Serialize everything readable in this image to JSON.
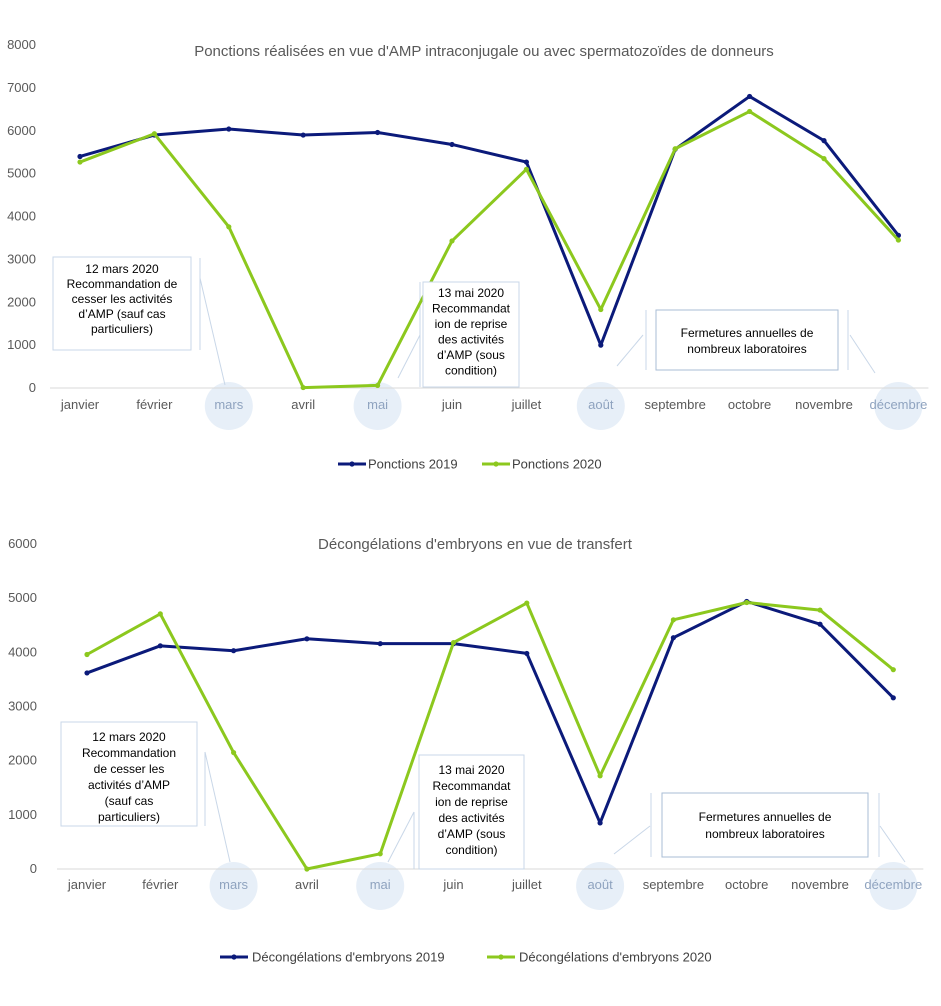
{
  "chart_data": [
    {
      "type": "line",
      "title": "Ponctions réalisées en vue d'AMP intraconjugale ou avec spermatozoïdes de donneurs",
      "categories": [
        "janvier",
        "février",
        "mars",
        "avril",
        "mai",
        "juin",
        "juillet",
        "août",
        "septembre",
        "octobre",
        "novembre",
        "décembre"
      ],
      "ylim": [
        0,
        8000
      ],
      "yticks": [
        "0",
        "1000",
        "2000",
        "3000",
        "4000",
        "5000",
        "6000",
        "7000",
        "8000"
      ],
      "grid": false,
      "legend": "bottom",
      "highlighted_months": [
        2,
        4,
        7,
        11
      ],
      "series": [
        {
          "name": "Ponctions 2019",
          "color": "#0b1a7a",
          "values": [
            5400,
            5900,
            6040,
            5900,
            5960,
            5680,
            5270,
            1000,
            5570,
            6800,
            5770,
            3560
          ]
        },
        {
          "name": "Ponctions 2020",
          "color": "#8cc81e",
          "values": [
            5270,
            5930,
            3760,
            10,
            60,
            3430,
            5100,
            1830,
            5580,
            6450,
            5350,
            3450
          ]
        }
      ],
      "annotations": [
        {
          "lines": [
            "12 mars 2020",
            "Recommandation de",
            "cesser les activités",
            "d’AMP (sauf cas",
            "particuliers)"
          ]
        },
        {
          "lines": [
            "13 mai 2020",
            "Recommandat",
            "ion de reprise",
            "des activités",
            "d’AMP (sous",
            "condition)"
          ]
        },
        {
          "lines": [
            "Fermetures annuelles de",
            "nombreux laboratoires"
          ]
        }
      ]
    },
    {
      "type": "line",
      "title": "Décongélations d'embryons en vue de transfert",
      "categories": [
        "janvier",
        "février",
        "mars",
        "avril",
        "mai",
        "juin",
        "juillet",
        "août",
        "septembre",
        "octobre",
        "novembre",
        "décembre"
      ],
      "ylim": [
        0,
        6000
      ],
      "yticks": [
        "0",
        "1000",
        "2000",
        "3000",
        "4000",
        "5000",
        "6000"
      ],
      "grid": false,
      "legend": "bottom",
      "highlighted_months": [
        2,
        4,
        7,
        11
      ],
      "series": [
        {
          "name": "Décongélations d'embryons  2019",
          "color": "#0b1a7a",
          "values": [
            3620,
            4120,
            4030,
            4250,
            4160,
            4160,
            3980,
            850,
            4270,
            4940,
            4520,
            3160
          ]
        },
        {
          "name": "Décongélations d'embryons 2020",
          "color": "#8cc81e",
          "values": [
            3960,
            4710,
            2150,
            0,
            280,
            4180,
            4910,
            1720,
            4600,
            4920,
            4780,
            3680
          ]
        }
      ],
      "annotations": [
        {
          "lines": [
            "12 mars 2020",
            "Recommandation",
            "de cesser les",
            "activités d’AMP",
            "(sauf cas",
            "particuliers)"
          ]
        },
        {
          "lines": [
            "13 mai 2020",
            "Recommandat",
            "ion de reprise",
            "des activités",
            "d’AMP (sous",
            "condition)"
          ]
        },
        {
          "lines": [
            "Fermetures annuelles de",
            "nombreux laboratoires"
          ]
        }
      ]
    }
  ]
}
